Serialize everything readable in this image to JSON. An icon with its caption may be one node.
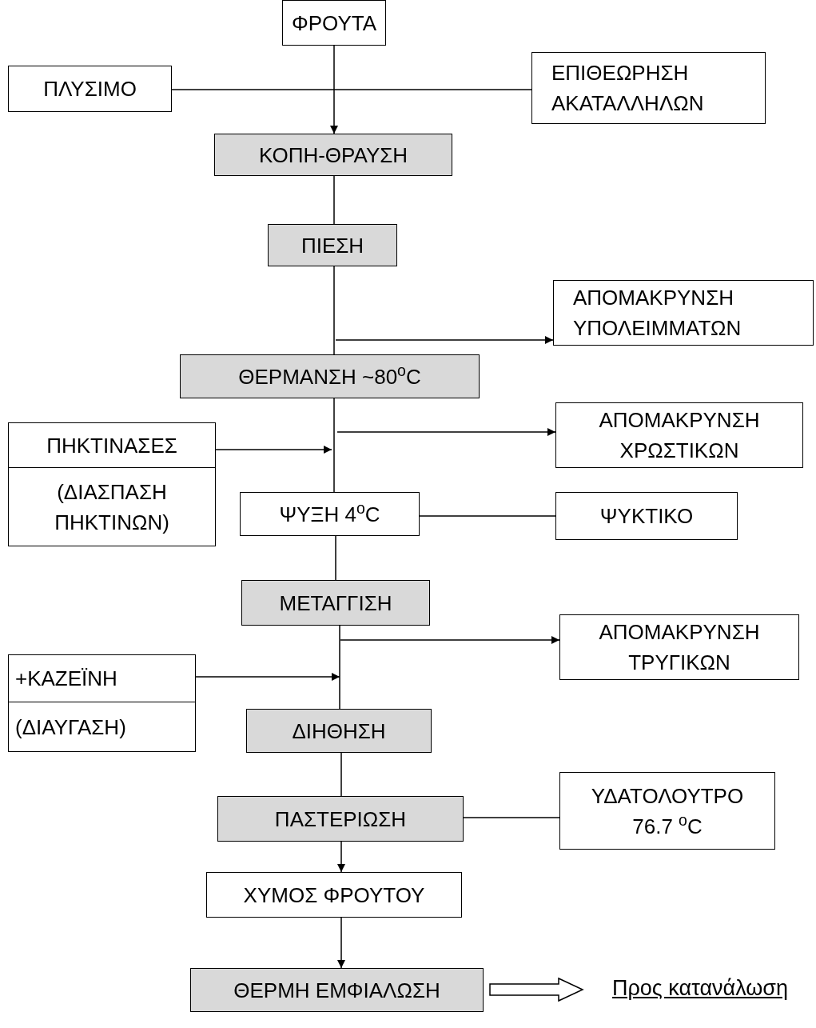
{
  "diagram": {
    "nodes": [
      {
        "text": [
          "ΦΡΟΥΤΑ"
        ]
      },
      {
        "text": [
          "ΠΛΥΣΙΜΟ"
        ]
      },
      {
        "text": [
          "ΕΠΙΘΕΩΡΗΣΗ ΑΚΑΤΑΛΛΗΛΩΝ"
        ]
      },
      {
        "text": [
          "ΚΟΠΗ-ΘΡΑΥΣΗ"
        ]
      },
      {
        "text": [
          "ΠΙΕΣΗ"
        ]
      },
      {
        "text": [
          "ΑΠΟΜΑΚΡΥΝΣΗ ΥΠΟΛΕΙΜΜΑΤΩΝ"
        ]
      },
      {
        "text": [
          "ΘΕΡΜΑΝΣΗ ~80$^{o}$C"
        ]
      },
      {
        "text": [
          "ΠΗΚΤΙΝΑΣΕΣ",
          "(ΔΙΑΣΠΑΣΗ ΠΗΚΤΙΝΩΝ)"
        ]
      },
      {
        "text": [
          "ΑΠΟΜΑΚΡΥΝΣΗ ΧΡΩΣΤΙΚΩΝ"
        ]
      },
      {
        "text": [
          "ΨΥΞΗ 4$^{o}$C"
        ]
      },
      {
        "text": [
          "ΨΥΚΤΙΚΟ"
        ]
      },
      {
        "text": [
          "ΜΕΤΑΓΓΙΣΗ"
        ]
      },
      {
        "text": [
          "ΑΠΟΜΑΚΡΥΝΣΗ ΤΡΥΓΙΚΩΝ"
        ]
      },
      {
        "text": [
          "+ΚΑΖΕΪΝΗ",
          "(ΔΙΑΥΓΑΣΗ)"
        ]
      },
      {
        "text": [
          "ΔΙΗΘΗΣΗ"
        ]
      },
      {
        "text": [
          "ΠΑΣΤΕΡΙΩΣΗ"
        ]
      },
      {
        "text": [
          "ΥΔΑΤΟΛΟΥΤΡΟ 76.7 $^{o}$C"
        ]
      },
      {
        "text": [
          "ΧΥΜΟΣ ΦΡΟΥΤΟΥ"
        ]
      },
      {
        "text": [
          "ΘΕΡΜΗ ΕΜΦΙΑΛΩΣΗ"
        ]
      },
      {
        "text": [
          "Προς κατανάλωση"
        ]
      }
    ],
    "edges": [
      {
        "from": 0,
        "to": 3,
        "arrow": "to"
      },
      {
        "from": 1,
        "to": 2,
        "arrow": "none"
      },
      {
        "from": 3,
        "to": 4,
        "arrow": "none"
      },
      {
        "from": 4,
        "to": 6,
        "arrow": "none"
      },
      {
        "from": null,
        "to": 5,
        "arrow": "to"
      },
      {
        "from": 6,
        "to": 9,
        "arrow": "none"
      },
      {
        "from": 7,
        "to": null,
        "arrow": "to"
      },
      {
        "from": null,
        "to": 8,
        "arrow": "to"
      },
      {
        "from": 9,
        "to": 10,
        "arrow": "none"
      },
      {
        "from": 9,
        "to": 11,
        "arrow": "none"
      },
      {
        "from": null,
        "to": 12,
        "arrow": "to"
      },
      {
        "from": 13,
        "to": null,
        "arrow": "to"
      },
      {
        "from": 11,
        "to": 14,
        "arrow": "none"
      },
      {
        "from": 14,
        "to": 15,
        "arrow": "none"
      },
      {
        "from": 15,
        "to": 16,
        "arrow": "none"
      },
      {
        "from": 15,
        "to": 17,
        "arrow": "to"
      },
      {
        "from": 17,
        "to": 18,
        "arrow": "to"
      },
      {
        "from": 18,
        "to": 19,
        "arrow": "to",
        "style": "thick"
      }
    ]
  }
}
